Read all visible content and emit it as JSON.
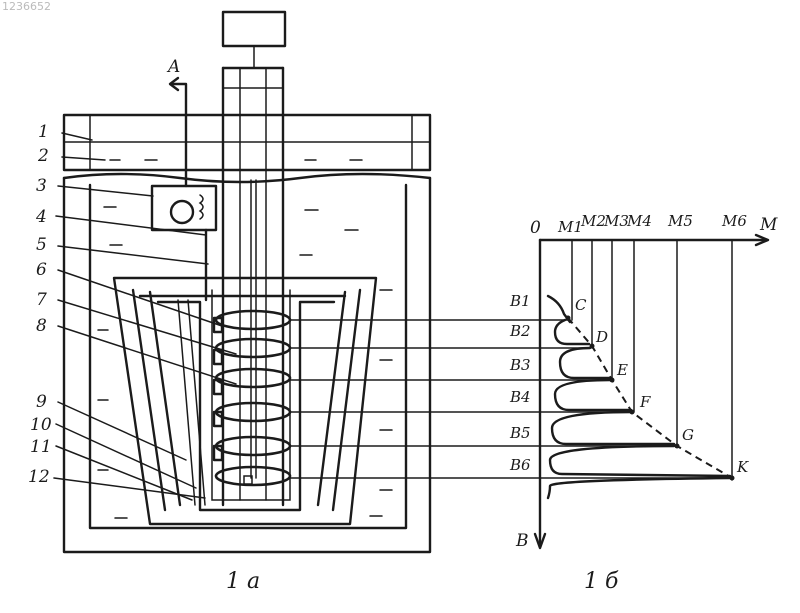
{
  "watermark": "1236652",
  "arrow_label": "A",
  "part_labels": [
    "1",
    "2",
    "3",
    "4",
    "5",
    "6",
    "7",
    "8",
    "9",
    "10",
    "11",
    "12"
  ],
  "origin_label": "0",
  "x_axis_label": "M",
  "y_axis_label": "B",
  "m_labels": [
    "M1",
    "M2",
    "M3",
    "M4",
    "M5",
    "M6"
  ],
  "b_labels": [
    "B1",
    "B2",
    "B3",
    "B4",
    "B5",
    "B6"
  ],
  "point_labels": [
    "C",
    "D",
    "E",
    "F",
    "G",
    "K"
  ],
  "caption_a": "1 a",
  "caption_b": "1 б"
}
